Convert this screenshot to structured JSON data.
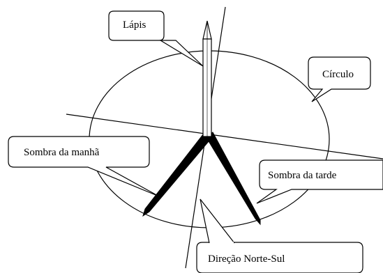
{
  "labels": {
    "pencil": "Lápis",
    "circle": "Círculo",
    "morning_shadow": "Sombra da manhã",
    "afternoon_shadow": "Sombra da tarde",
    "north_south": "Direção Norte-Sul"
  },
  "colors": {
    "stroke": "#000000",
    "fill": "#ffffff",
    "shadow": "#000000"
  }
}
